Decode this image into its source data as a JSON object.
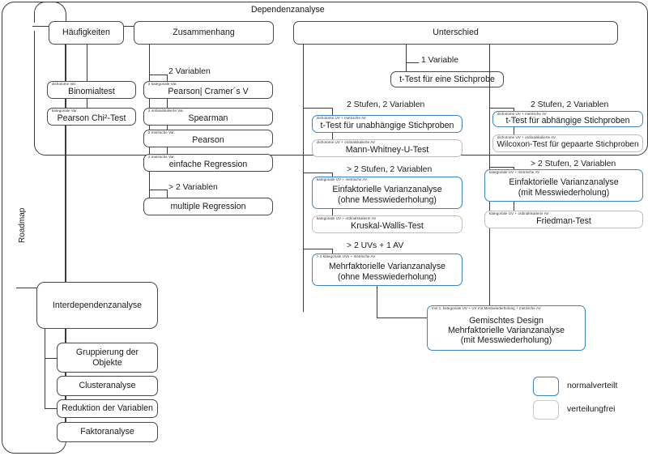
{
  "diagram": {
    "vertical_label": "Roadmap",
    "root_left_title": "",
    "dependenz_title": "Dependenzanalyse"
  },
  "top_branches": [
    {
      "label": "Häufigkeiten"
    },
    {
      "label": "Zusammenhang"
    },
    {
      "label": "Unterschied"
    }
  ],
  "haeufigkeiten": {
    "nodes": [
      {
        "tag": "dichotome Var.",
        "label": "Binomialtest"
      },
      {
        "tag": "kategoriale Var.",
        "label": "Pearson Chi²-Test"
      }
    ]
  },
  "zusammenhang": {
    "group1_label": "2 Variablen",
    "group2_label": "> 2 Variablen",
    "group1_nodes": [
      {
        "tag": "2 kategoriale Var.",
        "label": "Pearson| Cramer´s V"
      },
      {
        "tag": "2 ordinalskalierte Var.",
        "label": "Spearman"
      },
      {
        "tag": "2 metrische Var.",
        "label": "Pearson"
      },
      {
        "tag": "2 metrische Var.",
        "label": "einfache Regression"
      }
    ],
    "group2_nodes": [
      {
        "tag": "",
        "label": "multiple Regression"
      }
    ]
  },
  "unterschied": {
    "one_variable_label": "1 Variable",
    "one_variable_node": {
      "tag": "",
      "label": "t-Test für eine Stichprobe"
    },
    "independent": {
      "group1_label": "2 Stufen, 2 Variablen",
      "group2_label": "> 2 Stufen, 2 Variablen",
      "group3_label": "> 2 UVs + 1 AV",
      "nodes": [
        {
          "tag": "dichotome UV  + metrische AV",
          "label": "t-Test für unabhängige Stichproben",
          "style": "normalverteilt"
        },
        {
          "tag": "dichotome UV + ordinalskalierte AV",
          "label": "Mann-Whitney-U-Test",
          "style": "verteilungfrei"
        },
        {
          "tag": "kategoriale UV + metrische  AV",
          "label": "Einfaktorielle Varianzanalyse",
          "label2": "(ohne Messwiederholung)",
          "style": "normalverteilt"
        },
        {
          "tag": "kategoriale UV + ordinalskalierte  AV",
          "label": "Kruskal-Wallis-Test",
          "style": "verteilungfrei"
        },
        {
          "tag": "> 2 kategoriale UVs  + metrische  AV",
          "label": "Mehrfaktorielle Varianzanalyse",
          "label2": "(ohne Messwiederholung)",
          "style": "normalverteilt"
        }
      ]
    },
    "dependent": {
      "group1_label": "2 Stufen, 2 Variablen",
      "group2_label": "> 2 Stufen, 2 Variablen",
      "nodes": [
        {
          "tag": "dichotome UV  + metrische AV",
          "label": "t-Test für abhängige Stichproben",
          "style": "normalverteilt"
        },
        {
          "tag": "dichotome UV + ordinalskalierte AV",
          "label": "Wilcoxon-Test für gepaarte Stichproben",
          "style": "verteilungfrei"
        },
        {
          "tag": "kategoriale UV + metrische  AV",
          "label": "Einfaktorielle Varianzanalyse",
          "label2": "(mit Messwiederholung)",
          "style": "normalverteilt"
        },
        {
          "tag": "kategoriale UV + ordinalskalierte  AV",
          "label": "Friedman-Test",
          "style": "verteilungfrei"
        }
      ]
    },
    "mixed": {
      "tag": "min 1. kategoriale UV +  UV mit Messwiederholung + metrische  AV",
      "label": "Gemischtes Design",
      "label2": "Mehrfaktorielle Varianzanalyse",
      "label3": "(mit Messwiederholung)",
      "style": "normalverteilt"
    }
  },
  "interdependenzanalyse": {
    "title": "Interdependenzanalyse",
    "nodes": [
      {
        "label": "Gruppierung der",
        "label2": "Objekte"
      },
      {
        "label": "Clusteranalyse"
      },
      {
        "label": "Reduktion der Variablen"
      },
      {
        "label": "Faktoranalyse"
      }
    ]
  },
  "legend": {
    "items": [
      {
        "label": "normalverteilt",
        "color": "#3d85c8"
      },
      {
        "label": "verteilungfrei",
        "color": "#c9c9c9"
      }
    ]
  },
  "colors": {
    "normalverteilt": "#3d85c8",
    "verteilungfrei": "#c9c9c9",
    "line": "#3b3b3b"
  }
}
